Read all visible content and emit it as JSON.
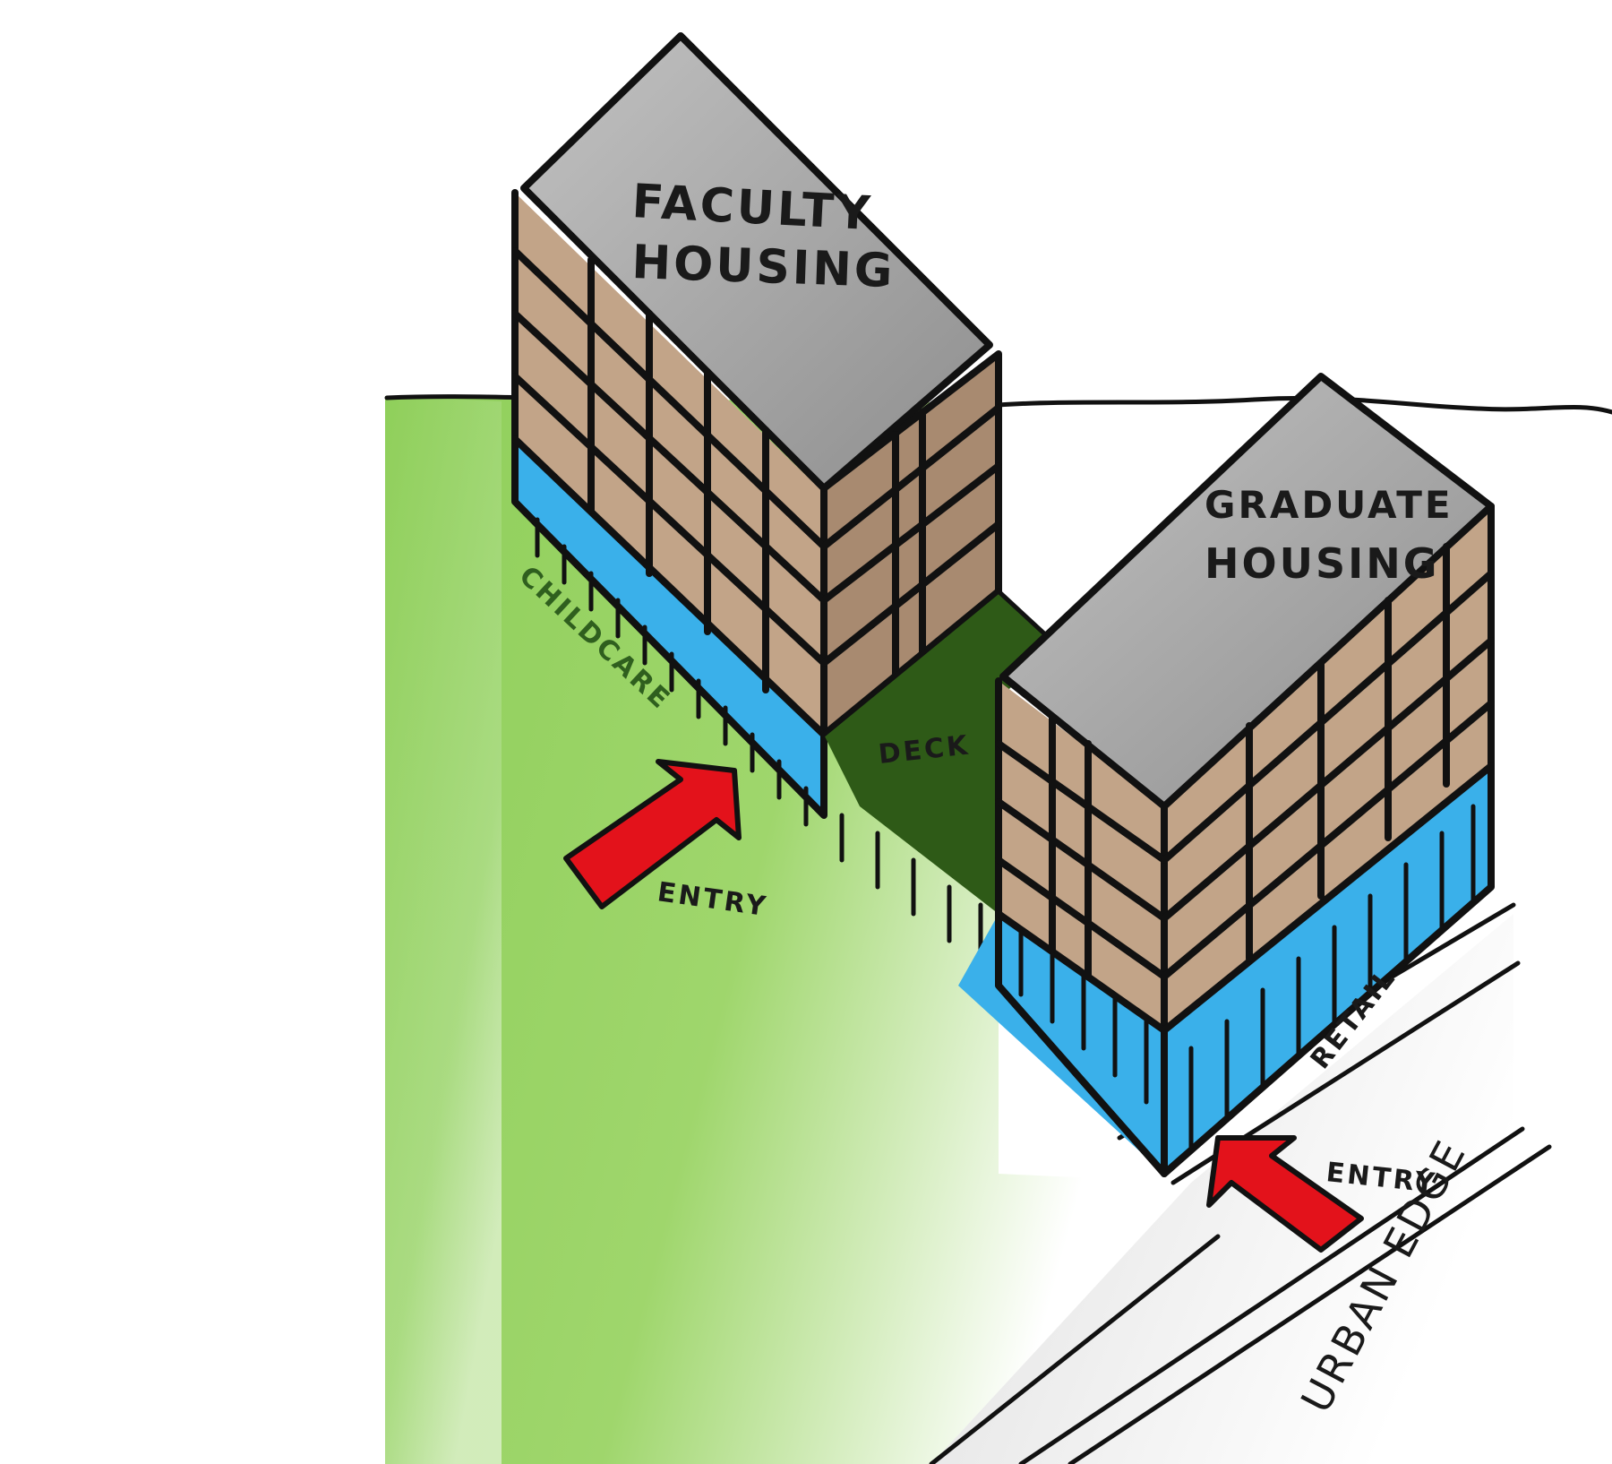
{
  "labels": {
    "faculty_line1": "FACULTY",
    "faculty_line2": "HOUSING",
    "graduate_line1": "GRADUATE",
    "graduate_line2": "HOUSING",
    "childcare": "CHILDCARE",
    "deck": "DECK",
    "entry_left": "ENTRY",
    "entry_right": "ENTRY",
    "retail": "RETAIL",
    "urban_edge": "URBAN EDGE"
  },
  "colors": {
    "lawn": "#8fcf5a",
    "deck": "#2e5a17",
    "roof": "#a9a9a9",
    "facade": "#c2a488",
    "facade_side": "#a88a70",
    "glass": "#3ab0ea",
    "arrow": "#e3121b",
    "ink": "#111111"
  }
}
